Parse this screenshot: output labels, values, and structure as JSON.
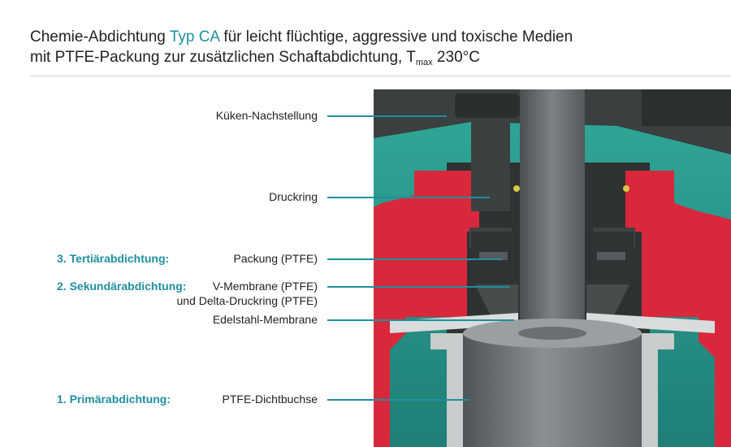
{
  "title": {
    "line1_pre": "Chemie-Abdichtung ",
    "line1_accent": "Typ CA",
    "line1_post": " für leicht flüchtige, aggressive und toxische Medien",
    "line2_pre": "mit PTFE-Packung zur zusätzlichen Schaftabdichtung, T",
    "line2_sub": "max",
    "line2_post": " 230°C"
  },
  "labels": {
    "kueken": "Küken-Nachstellung",
    "druckring": "Druckring",
    "packung": "Packung (PTFE)",
    "v_membrane": "V-Membrane (PTFE)",
    "delta": "und Delta-Druckring (PTFE)",
    "edelstahl": "Edelstahl-Membrane",
    "dichtbuchse": "PTFE-Dichtbuchse"
  },
  "stages": {
    "tertiary": "3. Tertiärabdichtung:",
    "secondary": "2. Sekundärabdichtung:",
    "primary": "1. Primärabdichtung:"
  },
  "colors": {
    "accent": "#1e8fa0",
    "body_teal": "#2a9b8f",
    "seal_red": "#d9283b",
    "steel": "#5f6566",
    "ptfe_dark": "#2f3334"
  }
}
